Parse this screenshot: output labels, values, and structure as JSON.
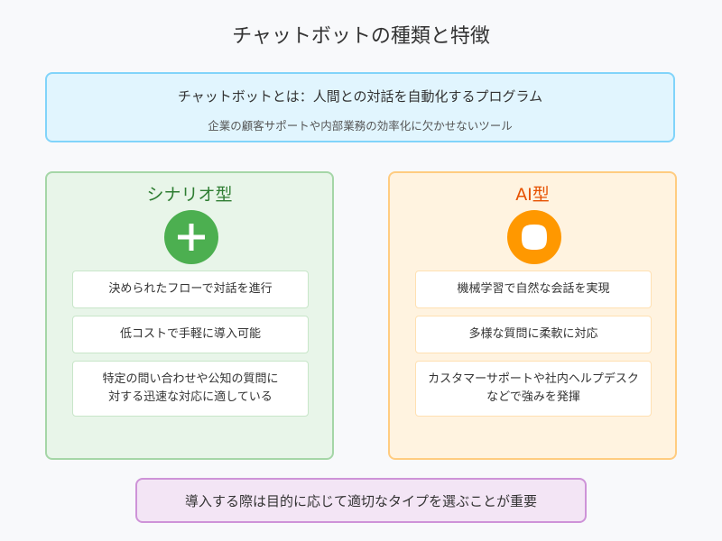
{
  "title": "チャットボットの種類と特徴",
  "definition": {
    "main": "チャットボットとは：人間との対話を自動化するプログラム",
    "sub": "企業の顧客サポートや内部業務の効率化に欠かせないツール"
  },
  "scenario": {
    "title": "シナリオ型",
    "icon": "plus-icon",
    "color": "#4caf50",
    "items": [
      "決められたフローで対話を進行",
      "低コストで手軽に導入可能",
      "特定の問い合わせや公知の質問に\n対する迅速な対応に適している"
    ]
  },
  "ai": {
    "title": "AI型",
    "icon": "circle-icon",
    "color": "#ff9800",
    "items": [
      "機械学習で自然な会話を実現",
      "多様な質問に柔軟に対応",
      "カスタマーサポートや社内ヘルプデスク\nなどで強みを発揮"
    ]
  },
  "conclusion": "導入する際は目的に応じて適切なタイプを選ぶことが重要"
}
